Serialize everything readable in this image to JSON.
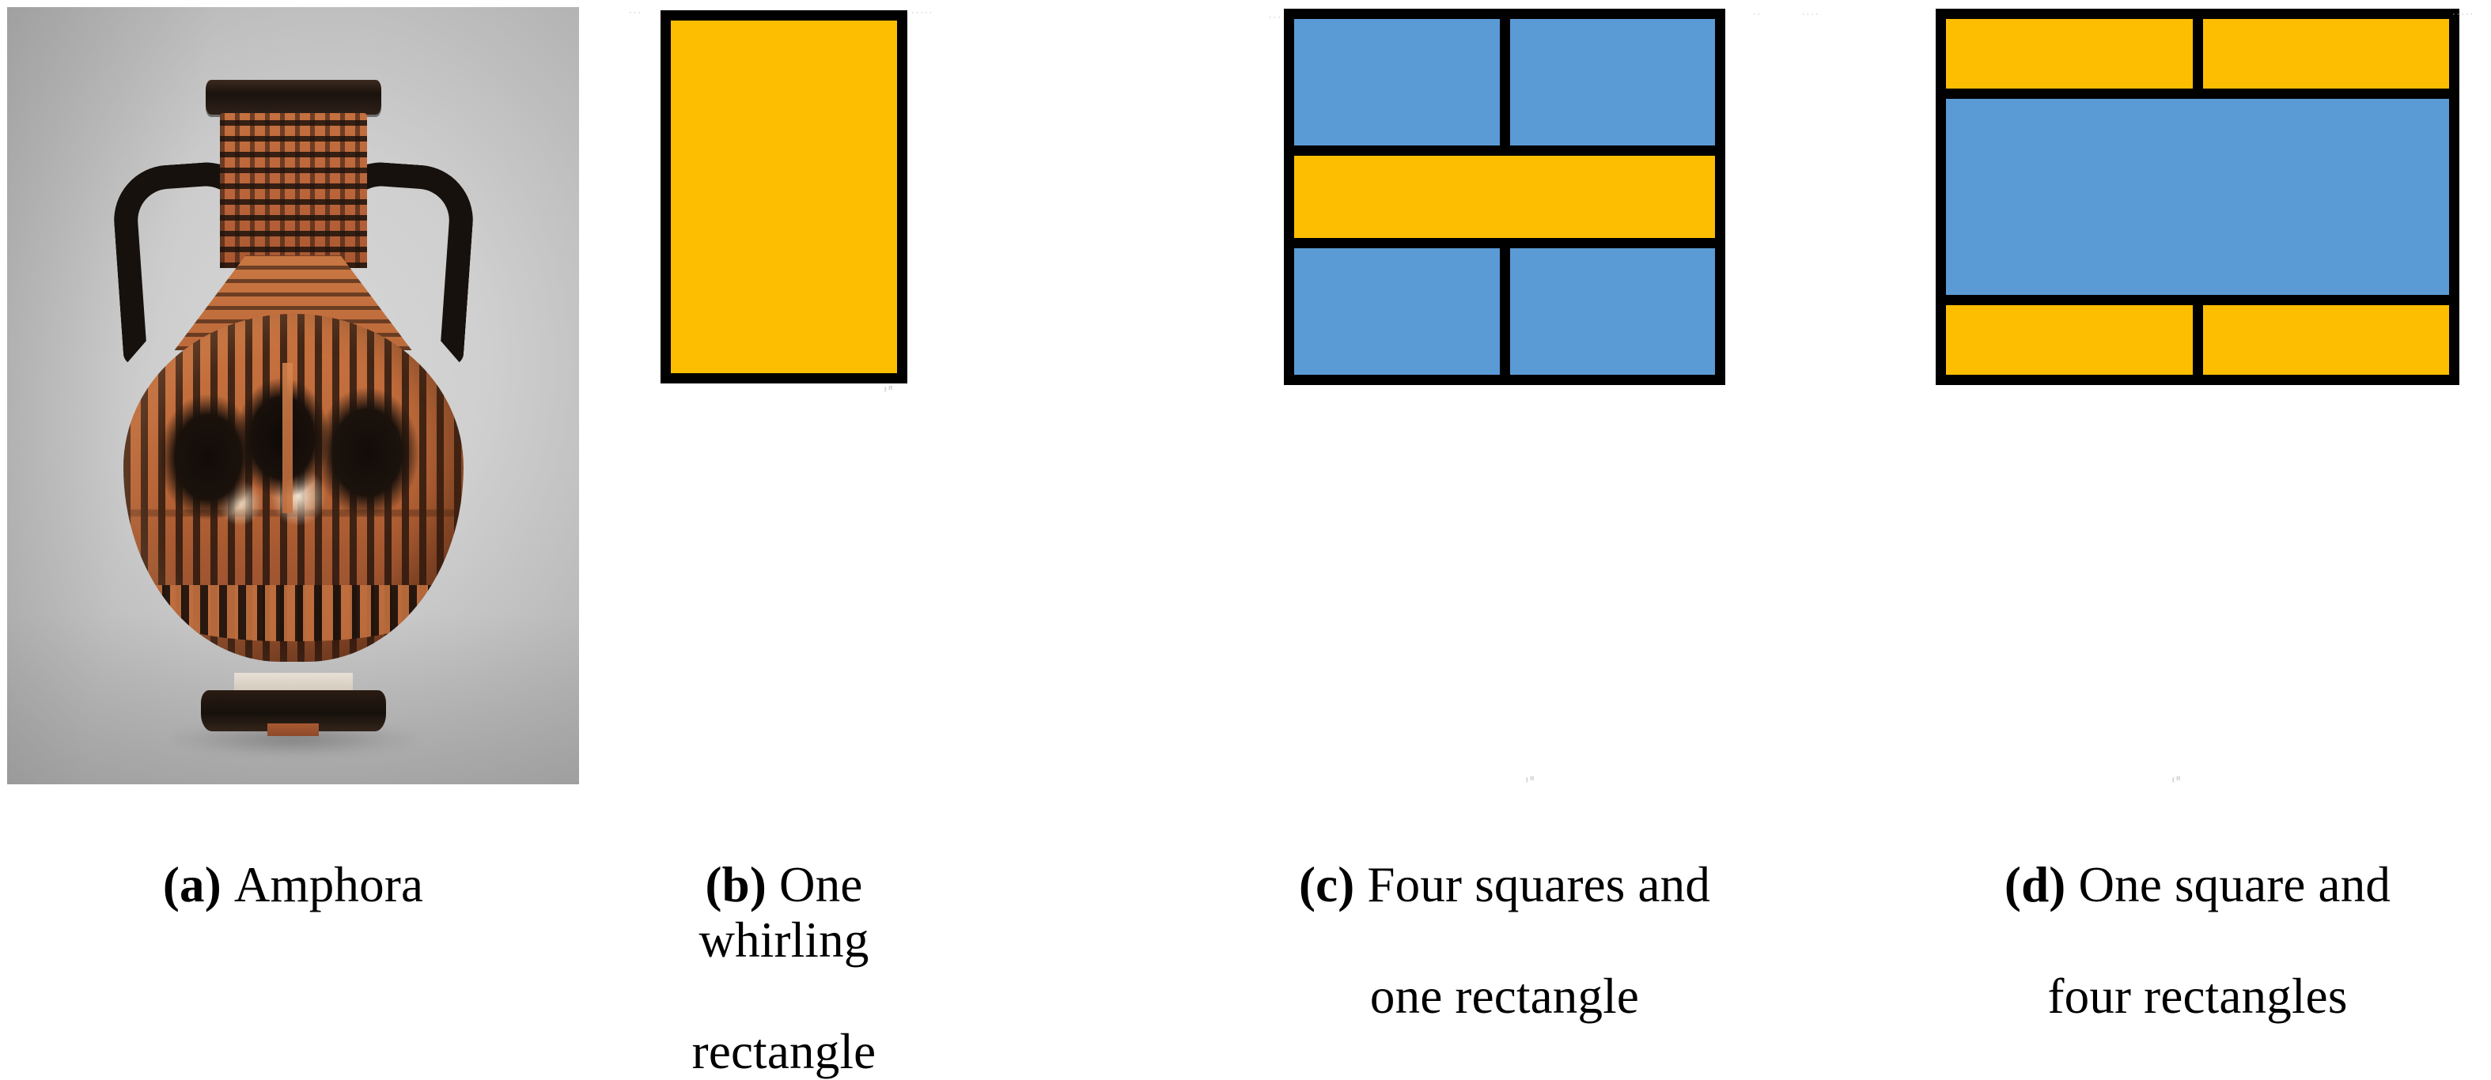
{
  "figure": {
    "background_color": "#ffffff",
    "palette": {
      "yellow": "#FDBE02",
      "blue": "#5B9BD5",
      "outline": "#000000",
      "photo_backdrop": "#c8c8c8"
    }
  },
  "panels": [
    {
      "id": "a",
      "tag": "(a)",
      "caption_label": "Amphora",
      "caption_lines": [
        "Amphora"
      ],
      "kind": "photograph",
      "subject": "Greek black-figure amphora with two handles, decorated neck and figural belly scene on a gray studio backdrop"
    },
    {
      "id": "b",
      "tag": "(b)",
      "caption_label": "One whirling rectangle",
      "caption_lines": [
        "One whirling",
        "rectangle"
      ],
      "kind": "composition",
      "layout": "1x1",
      "cells": [
        {
          "name": "whirling-rectangle",
          "color": "#FDBE02",
          "span": 2,
          "shape": "rectangle"
        }
      ]
    },
    {
      "id": "c",
      "tag": "(c)",
      "caption_label": "Four squares and one rectangle",
      "caption_lines": [
        "Four squares and",
        "one rectangle"
      ],
      "kind": "composition",
      "layout": "2x3",
      "cells": [
        {
          "name": "top-left-square",
          "color": "#5B9BD5",
          "span": 1,
          "shape": "square"
        },
        {
          "name": "top-right-square",
          "color": "#5B9BD5",
          "span": 1,
          "shape": "square"
        },
        {
          "name": "middle-rectangle",
          "color": "#FDBE02",
          "span": 2,
          "shape": "rectangle"
        },
        {
          "name": "bottom-left-square",
          "color": "#5B9BD5",
          "span": 1,
          "shape": "square"
        },
        {
          "name": "bottom-right-square",
          "color": "#5B9BD5",
          "span": 1,
          "shape": "square"
        }
      ]
    },
    {
      "id": "d",
      "tag": "(d)",
      "caption_label": "One square and four rectangles",
      "caption_lines": [
        "One square and",
        "four rectangles"
      ],
      "kind": "composition",
      "layout": "2x3",
      "cells": [
        {
          "name": "top-left-rectangle",
          "color": "#FDBE02",
          "span": 1,
          "shape": "rectangle"
        },
        {
          "name": "top-right-rectangle",
          "color": "#FDBE02",
          "span": 1,
          "shape": "rectangle"
        },
        {
          "name": "middle-square",
          "color": "#5B9BD5",
          "span": 2,
          "shape": "square"
        },
        {
          "name": "bottom-left-rectangle",
          "color": "#FDBE02",
          "span": 1,
          "shape": "rectangle"
        },
        {
          "name": "bottom-right-rectangle",
          "color": "#FDBE02",
          "span": 1,
          "shape": "rectangle"
        }
      ]
    }
  ]
}
